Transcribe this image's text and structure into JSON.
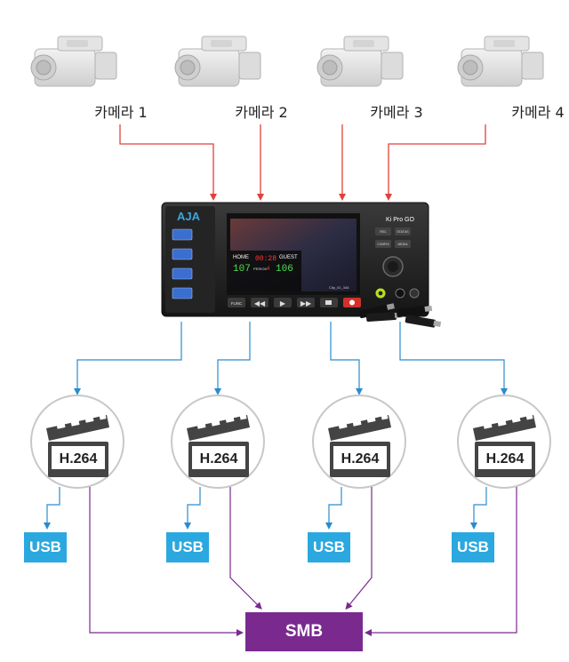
{
  "cameras": [
    {
      "label": "카메라 1"
    },
    {
      "label": "카메라 2"
    },
    {
      "label": "카메라 3"
    },
    {
      "label": "카메라 4"
    }
  ],
  "encoders": [
    {
      "codec": "H.264"
    },
    {
      "codec": "H.264"
    },
    {
      "codec": "H.264"
    },
    {
      "codec": "H.264"
    }
  ],
  "usb_targets": [
    {
      "label": "USB"
    },
    {
      "label": "USB"
    },
    {
      "label": "USB"
    },
    {
      "label": "USB"
    }
  ],
  "network_target": {
    "label": "SMB"
  },
  "device": {
    "brand": "AJA",
    "model": "Ki Pro GO",
    "buttons": [
      "REC",
      "STATUS",
      "CONFIG",
      "MEDIA"
    ],
    "func_label": "FUNC",
    "screen": {
      "home": "HOME",
      "guest": "GUEST",
      "home_score": "107",
      "guest_score": "106",
      "clock": "00:28",
      "period_label": "PERIOD",
      "period": "4",
      "clip": "Clip_01_346"
    }
  },
  "colors": {
    "input_line": "#e2403b",
    "usb_line": "#2a8ccf",
    "smb_line": "#7a2a8f",
    "usb_box": "#2aa8df",
    "smb_box": "#7a2a8f"
  }
}
